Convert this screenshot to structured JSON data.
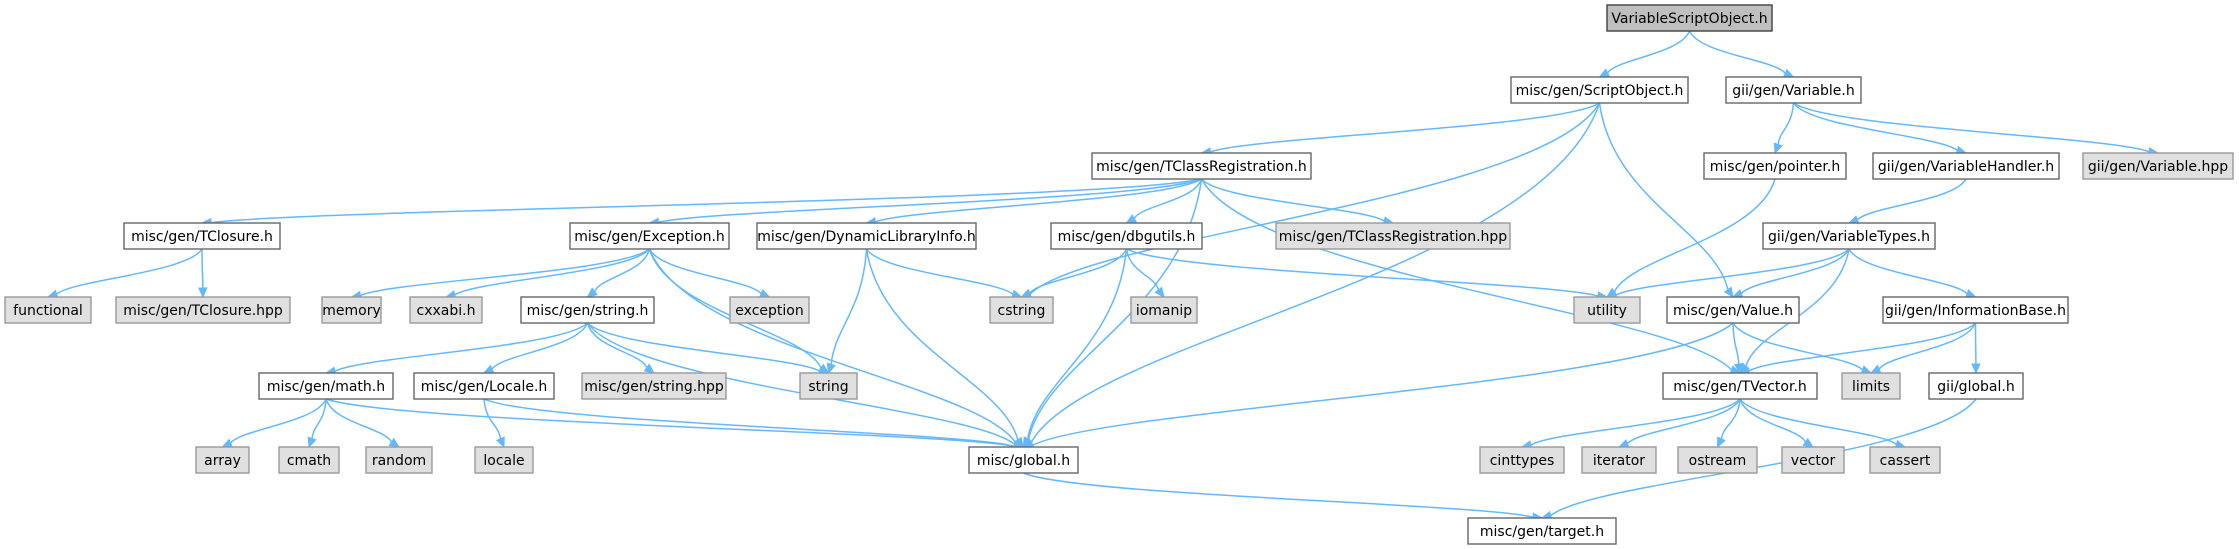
{
  "diagram": {
    "title": "VariableScriptObject.h",
    "colors": {
      "edge": "#63b8ff",
      "root_fill": "#bfbfbf",
      "system_fill": "#e0e0e0",
      "local_fill": "#ffffff"
    },
    "nodes": [
      {
        "id": "root",
        "label": "VariableScriptObject.h",
        "kind": "root"
      },
      {
        "id": "scriptobj",
        "label": "misc/gen/ScriptObject.h",
        "kind": "local"
      },
      {
        "id": "variable",
        "label": "gii/gen/Variable.h",
        "kind": "local"
      },
      {
        "id": "tclassreg",
        "label": "misc/gen/TClassRegistration.h",
        "kind": "local"
      },
      {
        "id": "pointer",
        "label": "misc/gen/pointer.h",
        "kind": "local"
      },
      {
        "id": "varhandler",
        "label": "gii/gen/VariableHandler.h",
        "kind": "local"
      },
      {
        "id": "variablehpp",
        "label": "gii/gen/Variable.hpp",
        "kind": "system"
      },
      {
        "id": "tclosure",
        "label": "misc/gen/TClosure.h",
        "kind": "local"
      },
      {
        "id": "exception_h",
        "label": "misc/gen/Exception.h",
        "kind": "local"
      },
      {
        "id": "dynlib",
        "label": "misc/gen/DynamicLibraryInfo.h",
        "kind": "local"
      },
      {
        "id": "dbgutils",
        "label": "misc/gen/dbgutils.h",
        "kind": "local"
      },
      {
        "id": "tclassreghpp",
        "label": "misc/gen/TClassRegistration.hpp",
        "kind": "system"
      },
      {
        "id": "vartypes",
        "label": "gii/gen/VariableTypes.h",
        "kind": "local"
      },
      {
        "id": "functional",
        "label": "functional",
        "kind": "system"
      },
      {
        "id": "tclosurehpp",
        "label": "misc/gen/TClosure.hpp",
        "kind": "system"
      },
      {
        "id": "memory",
        "label": "memory",
        "kind": "system"
      },
      {
        "id": "cxxabi",
        "label": "cxxabi.h",
        "kind": "system"
      },
      {
        "id": "string_h",
        "label": "misc/gen/string.h",
        "kind": "local"
      },
      {
        "id": "exception",
        "label": "exception",
        "kind": "system"
      },
      {
        "id": "cstring",
        "label": "cstring",
        "kind": "system"
      },
      {
        "id": "iomanip",
        "label": "iomanip",
        "kind": "system"
      },
      {
        "id": "utility",
        "label": "utility",
        "kind": "system"
      },
      {
        "id": "value",
        "label": "misc/gen/Value.h",
        "kind": "local"
      },
      {
        "id": "infobase",
        "label": "gii/gen/InformationBase.h",
        "kind": "local"
      },
      {
        "id": "math",
        "label": "misc/gen/math.h",
        "kind": "local"
      },
      {
        "id": "locale_h",
        "label": "misc/gen/Locale.h",
        "kind": "local"
      },
      {
        "id": "stringhpp",
        "label": "misc/gen/string.hpp",
        "kind": "system"
      },
      {
        "id": "string",
        "label": "string",
        "kind": "system"
      },
      {
        "id": "limits",
        "label": "limits",
        "kind": "system"
      },
      {
        "id": "tvector",
        "label": "misc/gen/TVector.h",
        "kind": "local"
      },
      {
        "id": "gii_global",
        "label": "gii/global.h",
        "kind": "local"
      },
      {
        "id": "array",
        "label": "array",
        "kind": "system"
      },
      {
        "id": "cmath",
        "label": "cmath",
        "kind": "system"
      },
      {
        "id": "random",
        "label": "random",
        "kind": "system"
      },
      {
        "id": "locale",
        "label": "locale",
        "kind": "system"
      },
      {
        "id": "global",
        "label": "misc/global.h",
        "kind": "local"
      },
      {
        "id": "cinttypes",
        "label": "cinttypes",
        "kind": "system"
      },
      {
        "id": "iterator",
        "label": "iterator",
        "kind": "system"
      },
      {
        "id": "ostream",
        "label": "ostream",
        "kind": "system"
      },
      {
        "id": "vector",
        "label": "vector",
        "kind": "system"
      },
      {
        "id": "cassert",
        "label": "cassert",
        "kind": "system"
      },
      {
        "id": "target",
        "label": "misc/gen/target.h",
        "kind": "local"
      }
    ],
    "edges": [
      [
        "root",
        "scriptobj"
      ],
      [
        "root",
        "variable"
      ],
      [
        "scriptobj",
        "tclassreg"
      ],
      [
        "scriptobj",
        "cstring"
      ],
      [
        "scriptobj",
        "global"
      ],
      [
        "scriptobj",
        "value"
      ],
      [
        "variable",
        "pointer"
      ],
      [
        "variable",
        "varhandler"
      ],
      [
        "variable",
        "variablehpp"
      ],
      [
        "tclassreg",
        "tclosure"
      ],
      [
        "tclassreg",
        "exception_h"
      ],
      [
        "tclassreg",
        "dynlib"
      ],
      [
        "tclassreg",
        "dbgutils"
      ],
      [
        "tclassreg",
        "tclassreghpp"
      ],
      [
        "tclassreg",
        "global"
      ],
      [
        "tclassreg",
        "tvector"
      ],
      [
        "pointer",
        "utility"
      ],
      [
        "varhandler",
        "vartypes"
      ],
      [
        "vartypes",
        "utility"
      ],
      [
        "vartypes",
        "value"
      ],
      [
        "vartypes",
        "tvector"
      ],
      [
        "vartypes",
        "infobase"
      ],
      [
        "tclosure",
        "functional"
      ],
      [
        "tclosure",
        "tclosurehpp"
      ],
      [
        "exception_h",
        "memory"
      ],
      [
        "exception_h",
        "cxxabi"
      ],
      [
        "exception_h",
        "string_h"
      ],
      [
        "exception_h",
        "exception"
      ],
      [
        "exception_h",
        "string"
      ],
      [
        "exception_h",
        "global"
      ],
      [
        "dynlib",
        "cstring"
      ],
      [
        "dynlib",
        "string"
      ],
      [
        "dynlib",
        "global"
      ],
      [
        "dbgutils",
        "cstring"
      ],
      [
        "dbgutils",
        "iomanip"
      ],
      [
        "dbgutils",
        "utility"
      ],
      [
        "dbgutils",
        "global"
      ],
      [
        "string_h",
        "math"
      ],
      [
        "string_h",
        "locale_h"
      ],
      [
        "string_h",
        "stringhpp"
      ],
      [
        "string_h",
        "string"
      ],
      [
        "string_h",
        "global"
      ],
      [
        "value",
        "tvector"
      ],
      [
        "value",
        "limits"
      ],
      [
        "value",
        "global"
      ],
      [
        "infobase",
        "tvector"
      ],
      [
        "infobase",
        "limits"
      ],
      [
        "infobase",
        "gii_global"
      ],
      [
        "math",
        "array"
      ],
      [
        "math",
        "cmath"
      ],
      [
        "math",
        "random"
      ],
      [
        "math",
        "global"
      ],
      [
        "locale_h",
        "locale"
      ],
      [
        "locale_h",
        "global"
      ],
      [
        "tvector",
        "cinttypes"
      ],
      [
        "tvector",
        "iterator"
      ],
      [
        "tvector",
        "ostream"
      ],
      [
        "tvector",
        "vector"
      ],
      [
        "tvector",
        "cassert"
      ],
      [
        "gii_global",
        "target"
      ],
      [
        "global",
        "target"
      ]
    ]
  }
}
